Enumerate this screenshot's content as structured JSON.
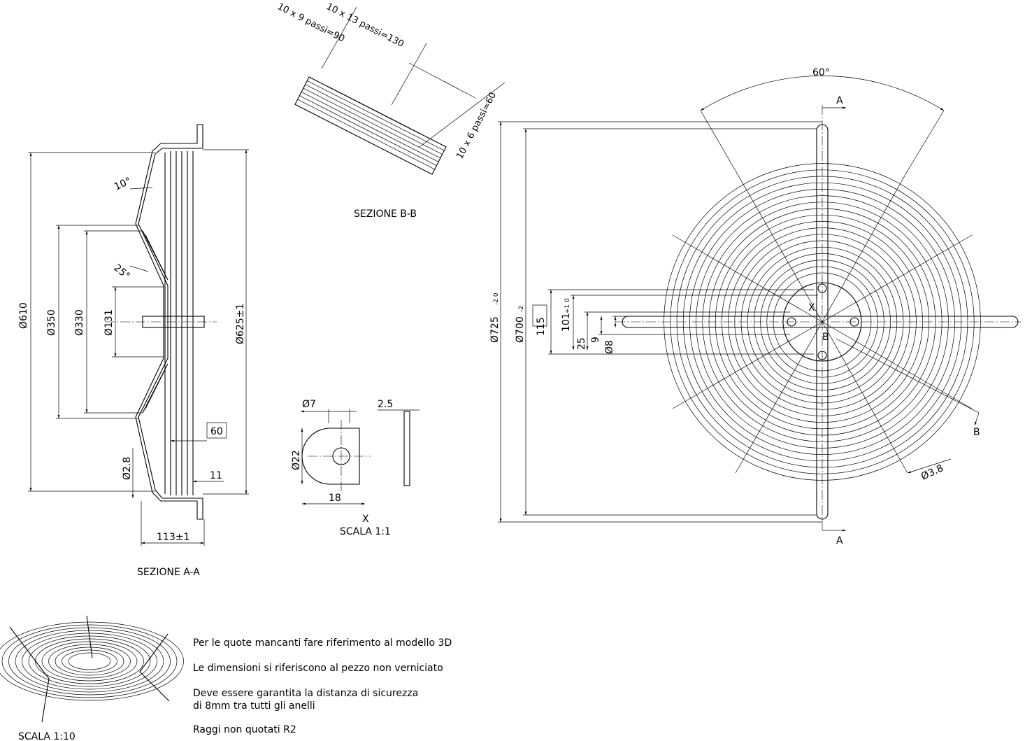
{
  "section_aa": {
    "title": "SEZIONE A-A",
    "dims": {
      "d610": "Ø610",
      "d350": "Ø350",
      "d330": "Ø330",
      "d131": "Ø131",
      "d625": "Ø625±1",
      "d2_8": "Ø2.8",
      "angle10": "10°",
      "angle25": "25°",
      "box60": "60",
      "len11": "11",
      "len113": "113±1"
    }
  },
  "section_bb": {
    "title": "SEZIONE B-B",
    "dims": {
      "pitch90": "10 x 9 passi=90",
      "pitch130": "10 x 13 passi=130",
      "pitch60": "10 x 6 passi=60"
    }
  },
  "detail_x": {
    "title": "X",
    "scale": "SCALA 1:1",
    "dims": {
      "d7": "Ø7",
      "d22": "Ø22",
      "w18": "18",
      "t2_5": "2.5"
    }
  },
  "front_view": {
    "dims": {
      "angle60": "60°",
      "d725": "Ø725",
      "d725_tol": "-2 0",
      "d700": "Ø700",
      "d700_tol": "-2",
      "d115": "115",
      "d101": "101",
      "d101_tol": "+1 0",
      "len25": "25",
      "len9": "9",
      "d8": "Ø8",
      "d3_8": "Ø3.8"
    },
    "markers": {
      "a_top": "A",
      "a_bottom": "A",
      "b_center": "B",
      "b_right": "B",
      "x_mark": "X"
    }
  },
  "iso_view": {
    "scale": "SCALA 1:10"
  },
  "notes": [
    "Per le quote mancanti fare riferimento al modello 3D",
    "Le dimensioni si riferiscono al pezzo non verniciato",
    "Deve essere garantita la distanza di sicurezza",
    "di 8mm tra tutti gli anelli",
    "Raggi non quotati R2"
  ]
}
